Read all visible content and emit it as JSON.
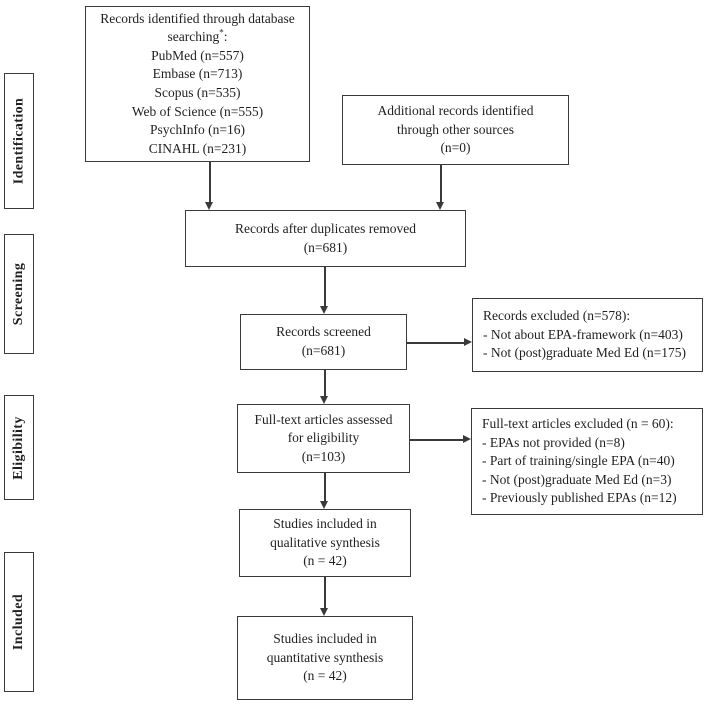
{
  "figure": {
    "type": "prisma-flow-diagram"
  },
  "stages": [
    {
      "label": "Identification"
    },
    {
      "label": "Screening"
    },
    {
      "label": "Eligibility"
    },
    {
      "label": "Included"
    }
  ],
  "boxes": {
    "database_search": {
      "heading": "Records identified through database",
      "subheading_word": "searching",
      "subheading_note": "*",
      "subheading_colon": ":",
      "sources": [
        "PubMed (n=557)",
        "Embase (n=713)",
        "Scopus (n=535)",
        "Web of Science (n=555)",
        "PsychInfo (n=16)",
        "CINAHL (n=231)"
      ]
    },
    "other_sources": {
      "lines": [
        "Additional records identified",
        "through other sources",
        "(n=0)"
      ]
    },
    "after_duplicates": {
      "lines": [
        "Records after duplicates removed",
        "(n=681)"
      ]
    },
    "screened": {
      "lines": [
        "Records screened",
        "(n=681)"
      ]
    },
    "records_excluded": {
      "heading": "Records excluded (n=578):",
      "reasons": [
        "- Not about EPA-framework (n=403)",
        "- Not (post)graduate Med Ed (n=175)"
      ]
    },
    "fulltext_assessed": {
      "lines": [
        "Full-text articles assessed",
        "for eligibility",
        "(n=103)"
      ]
    },
    "fulltext_excluded": {
      "heading": "Full-text articles excluded (n = 60):",
      "reasons": [
        "- EPAs not provided (n=8)",
        "- Part of training/single EPA (n=40)",
        "- Not (post)graduate Med Ed (n=3)",
        "- Previously published EPAs (n=12)"
      ]
    },
    "qualitative_synthesis": {
      "lines": [
        "Studies included in",
        "qualitative synthesis",
        "(n = 42)"
      ]
    },
    "quantitative_synthesis": {
      "lines": [
        "Studies included in",
        "quantitative synthesis",
        "(n = 42)"
      ]
    }
  },
  "colors": {
    "line": "#3a3a3a",
    "text": "#1f1f1f",
    "background": "#ffffff"
  }
}
